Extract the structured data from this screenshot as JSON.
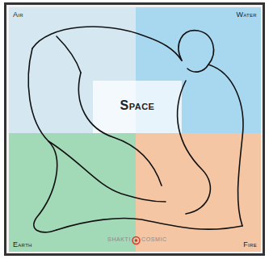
{
  "diagram": {
    "nodes": [
      {
        "text": [
          "Air"
        ]
      },
      {
        "text": [
          "Water"
        ]
      },
      {
        "text": [
          "Space"
        ]
      },
      {
        "text": [
          "Earth"
        ]
      },
      {
        "text": [
          "Fire"
        ]
      }
    ],
    "labels": [
      "SHAKTI",
      "COSMIC"
    ]
  }
}
